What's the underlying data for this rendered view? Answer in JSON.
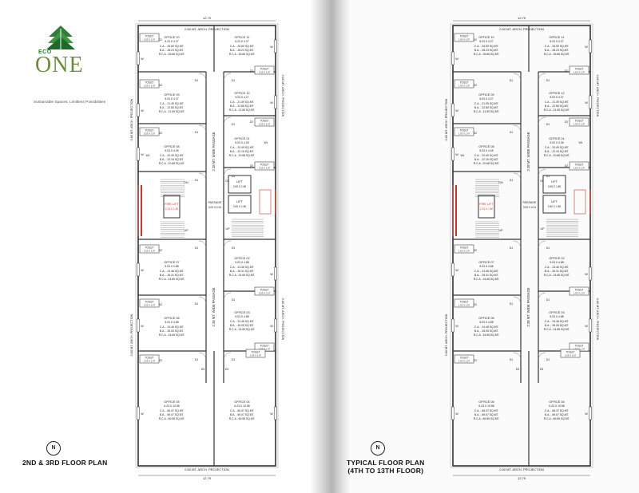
{
  "brand": {
    "eco": "ECO",
    "one": "ONE",
    "tagline": "Sustainable Spaces, Limitless Possibilities"
  },
  "plans": [
    {
      "title_line1": "2ND & 3RD FLOOR PLAN",
      "title_line2": "",
      "compass": "N"
    },
    {
      "title_line1": "TYPICAL FLOOR PLAN",
      "title_line2": "(4TH TO 13TH FLOOR)",
      "compass": "N"
    }
  ],
  "labels": {
    "overall_width": "12.79",
    "arch_projection": "0.60 MT. ARCH. PROJECTION",
    "side_projection": "0.60 MT. ARCH. PROJECTION",
    "wide_passage": "2.28 MT. WIDE PASSAGE",
    "passage": "PASSAGE",
    "passage_dim": "3.00 X 6.31",
    "lift": "LIFT",
    "lift_dim": "2.60 X 1.80",
    "fire_lift": "FIRE LIFT",
    "fire_lift_dim": "2.24 X 1.80",
    "toilet": "TOILET",
    "toilet_dim": "1.53 X 1.07",
    "up": "UP",
    "dn": "DN",
    "door_d1": "D1",
    "door_d2": "D2",
    "door_d3": "D3",
    "window_w": "W",
    "window_w1": "W1"
  },
  "offices": [
    {
      "id": "office-10",
      "name": "OFFICE 10",
      "dim": "6.23 X 4.27",
      "ca": "C.A. - 26.50 SQ.MT.",
      "ba": "B.A. - 28.23 SQ.MT.",
      "rca": "R.C.A - 26.66 SQ.MT."
    },
    {
      "id": "office-11",
      "name": "OFFICE 11",
      "dim": "6.23 X 4.27",
      "ca": "C.A. - 26.50 SQ.MT.",
      "ba": "B.A. - 28.23 SQ.MT.",
      "rca": "R.C.A - 26.66 SQ.MT."
    },
    {
      "id": "office-09",
      "name": "OFFICE 09",
      "dim": "5.03 X 4.27",
      "ca": "C.A. - 21.39 SQ.MT.",
      "ba": "B.A. - 22.86 SQ.MT.",
      "rca": "R.C.A - 21.59 SQ.MT."
    },
    {
      "id": "office-12",
      "name": "OFFICE 12",
      "dim": "5.03 X 4.27",
      "ca": "C.A. - 21.39 SQ.MT.",
      "ba": "B.A. - 22.86 SQ.MT.",
      "rca": "R.C.A - 21.59 SQ.MT."
    },
    {
      "id": "office-08",
      "name": "OFFICE 08",
      "dim": "5.03 X 4.05",
      "ca": "C.A. - 20.49 SQ.MT.",
      "ba": "B.A. - 22.16 SQ.MT.",
      "rca": "R.C.A - 20.68 SQ.MT."
    },
    {
      "id": "office-01",
      "name": "OFFICE 01",
      "dim": "5.03 X 4.05",
      "ca": "C.A. - 20.49 SQ.MT.",
      "ba": "B.A. - 22.16 SQ.MT.",
      "rca": "R.C.A - 20.68 SQ.MT."
    },
    {
      "id": "office-07",
      "name": "OFFICE 07",
      "dim": "5.03 X 4.88",
      "ca": "C.A. - 24.46 SQ.MT.",
      "ba": "B.A. - 26.31 SQ.MT.",
      "rca": "R.C.A - 24.65 SQ.MT."
    },
    {
      "id": "office-02",
      "name": "OFFICE 02",
      "dim": "5.03 X 4.88",
      "ca": "C.A. - 24.46 SQ.MT.",
      "ba": "B.A. - 26.31 SQ.MT.",
      "rca": "R.C.A - 24.65 SQ.MT."
    },
    {
      "id": "office-06",
      "name": "OFFICE 06",
      "dim": "5.03 X 4.88",
      "ca": "C.A. - 24.46 SQ.MT.",
      "ba": "B.A. - 26.05 SQ.MT.",
      "rca": "R.C.A - 24.65 SQ.MT."
    },
    {
      "id": "office-03",
      "name": "OFFICE 03",
      "dim": "5.03 X 4.88",
      "ca": "C.A. - 24.46 SQ.MT.",
      "ba": "B.A. - 26.05 SQ.MT.",
      "rca": "R.C.A - 24.65 SQ.MT."
    },
    {
      "id": "office-05",
      "name": "OFFICE 05",
      "dim": "6.23 X 10.58",
      "ca": "C.A. - 66.37 SQ.MT.",
      "ba": "B.A. - 69.07 SQ.MT.",
      "rca": "R.C.A - 66.55 SQ.MT."
    },
    {
      "id": "office-04",
      "name": "OFFICE 04",
      "dim": "6.23 X 10.58",
      "ca": "C.A. - 66.37 SQ.MT.",
      "ba": "B.A. - 69.07 SQ.MT.",
      "rca": "R.C.A - 66.55 SQ.MT."
    }
  ]
}
